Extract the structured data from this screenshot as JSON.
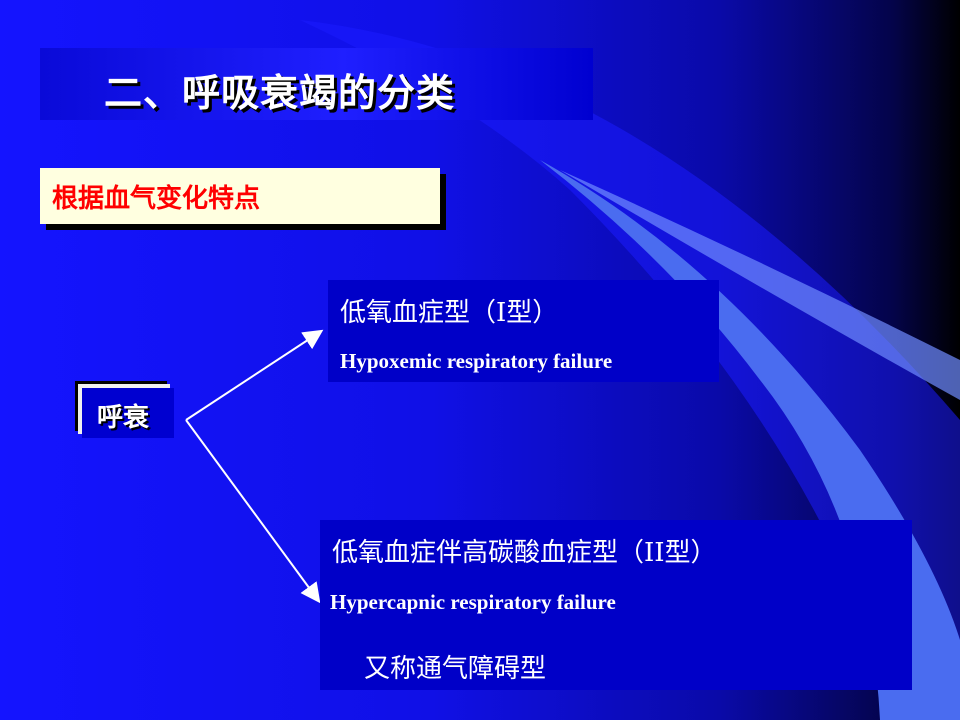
{
  "slide": {
    "title": "二、呼吸衰竭的分类",
    "subtitle": "根据血气变化特点",
    "root_label": "呼衰",
    "type1": {
      "name_cn": "低氧血症型（I型）",
      "name_en": "Hypoxemic respiratory failure"
    },
    "type2": {
      "name_cn": "低氧血症伴高碳酸血症型（II型）",
      "name_en": "Hypercapnic respiratory failure",
      "alias": "又称通气障碍型"
    }
  },
  "colors": {
    "background": "#1414ff",
    "title_bar": "#1f1fff",
    "subtitle_bg": "#ffffe0",
    "subtitle_text": "#ff0000",
    "box_bg": "#0000c8",
    "decor_band": "#4a6cf0"
  }
}
